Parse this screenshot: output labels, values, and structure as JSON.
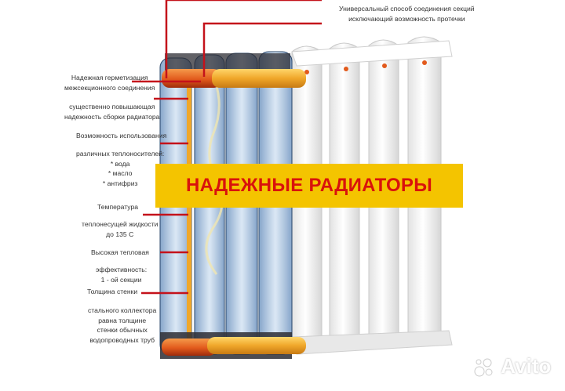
{
  "annotations": {
    "top_right": [
      "Универсальный способ соединения секций",
      "исключающий возможность протечки"
    ],
    "sealing": [
      "Надежная герметизация",
      "межсекционного соединения"
    ],
    "assembly": [
      "существенно повышающая",
      "надежность сборки радиатора"
    ],
    "possibility": "Возможность использования",
    "heat_carriers": [
      "различных теплоносителей:",
      "* вода",
      "* масло",
      "* антифриз"
    ],
    "temperature": "Температура",
    "temperature_detail": [
      "теплонесущей жидкости",
      "до 135 С"
    ],
    "heat_output": "Высокая тепловая",
    "efficiency": [
      "эффективность:",
      "1 - ой секции"
    ],
    "wall_thickness": "Толщина стенки",
    "collector": [
      "стального коллектора",
      "равна толщине",
      "стенки обычных",
      "водопроводных труб"
    ]
  },
  "banner": {
    "text": "НАДЕЖНЫЕ РАДИАТОРЫ",
    "background": "#f4c400",
    "color": "#d9120c"
  },
  "watermark": {
    "text": "Avito",
    "icon": "avito-logo-icon"
  },
  "colors": {
    "callout_line": "#c4121b",
    "pipe": "#f0a72a",
    "pipe_hot": "#e25a1c",
    "glass_section": "#8fb4d8",
    "white_section": "#f4f4f4"
  }
}
